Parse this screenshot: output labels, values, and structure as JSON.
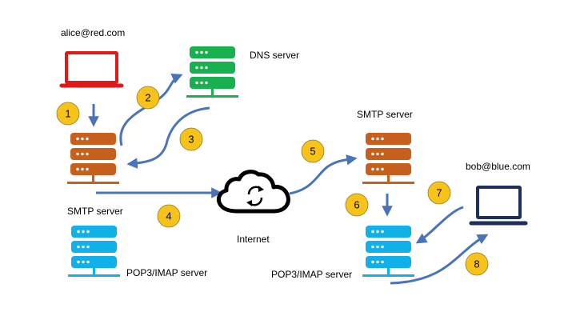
{
  "labels": {
    "alice": "alice@red.com",
    "dns": "DNS server",
    "smtp_left": "SMTP server",
    "pop_left": "POP3/IMAP server",
    "internet": "Internet",
    "smtp_right": "SMTP server",
    "bob": "bob@blue.com",
    "pop_right": "POP3/IMAP server"
  },
  "steps": [
    "1",
    "2",
    "3",
    "4",
    "5",
    "6",
    "7",
    "8"
  ],
  "colors": {
    "alice_laptop": "#e0191b",
    "dns_server": "#19b14f",
    "smtp_server": "#c8601d",
    "pop_server": "#12b0e8",
    "bob_laptop": "#1f2f5c",
    "arrow": "#4a74b8",
    "step_badge": "#f7c31a",
    "step_border": "#8f7a2a"
  },
  "icons": {
    "alice_laptop": "laptop-icon",
    "dns": "server-stack-icon",
    "smtp": "server-stack-icon",
    "pop": "server-stack-icon",
    "internet": "cloud-sync-icon",
    "bob_laptop": "laptop-icon"
  }
}
